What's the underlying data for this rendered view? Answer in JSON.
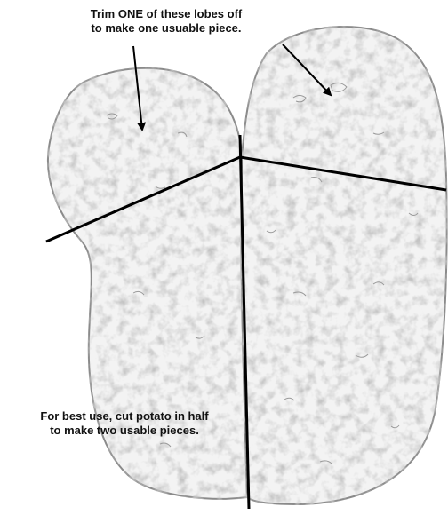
{
  "annotations": {
    "trim_note": {
      "line1": "Trim ONE of these lobes off",
      "line2": "to make one usuable piece."
    },
    "half_note": {
      "line1": "For best use, cut potato in half",
      "line2": "to make two usable pieces."
    }
  },
  "colors": {
    "potato_fill": "#f3f3f3",
    "potato_outline": "#8a8a8a",
    "speckle": "#9a9a9a",
    "cut_line": "#000000",
    "text": "#111111"
  }
}
